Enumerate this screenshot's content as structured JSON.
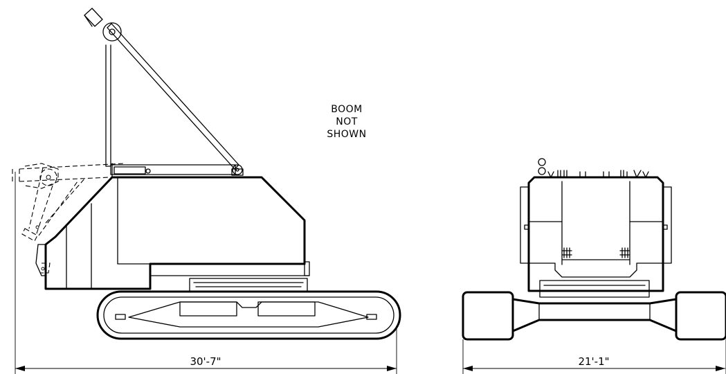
{
  "note": {
    "lines": [
      "BOOM",
      "NOT",
      "SHOWN"
    ]
  },
  "side_view": {
    "dimension_label": "30'-7\""
  },
  "front_view": {
    "dimension_label": "21'-1\""
  }
}
